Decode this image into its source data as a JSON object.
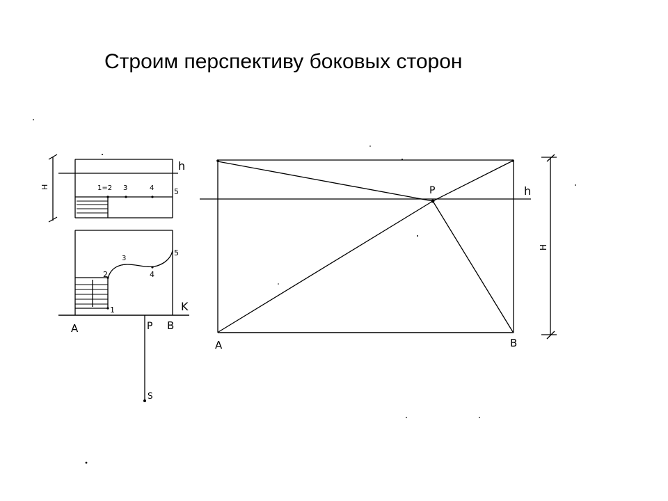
{
  "title": "Строим перспективу боковых сторон",
  "labels": {
    "h": "h",
    "H": "H",
    "p12": "1=2",
    "p3": "3",
    "p4": "4",
    "p5": "5",
    "p1": "1",
    "p2": "2",
    "A": "A",
    "P": "P",
    "B": "B",
    "K": "K",
    "S": "S"
  },
  "colors": {
    "ink": "#000000",
    "background": "#ffffff"
  }
}
